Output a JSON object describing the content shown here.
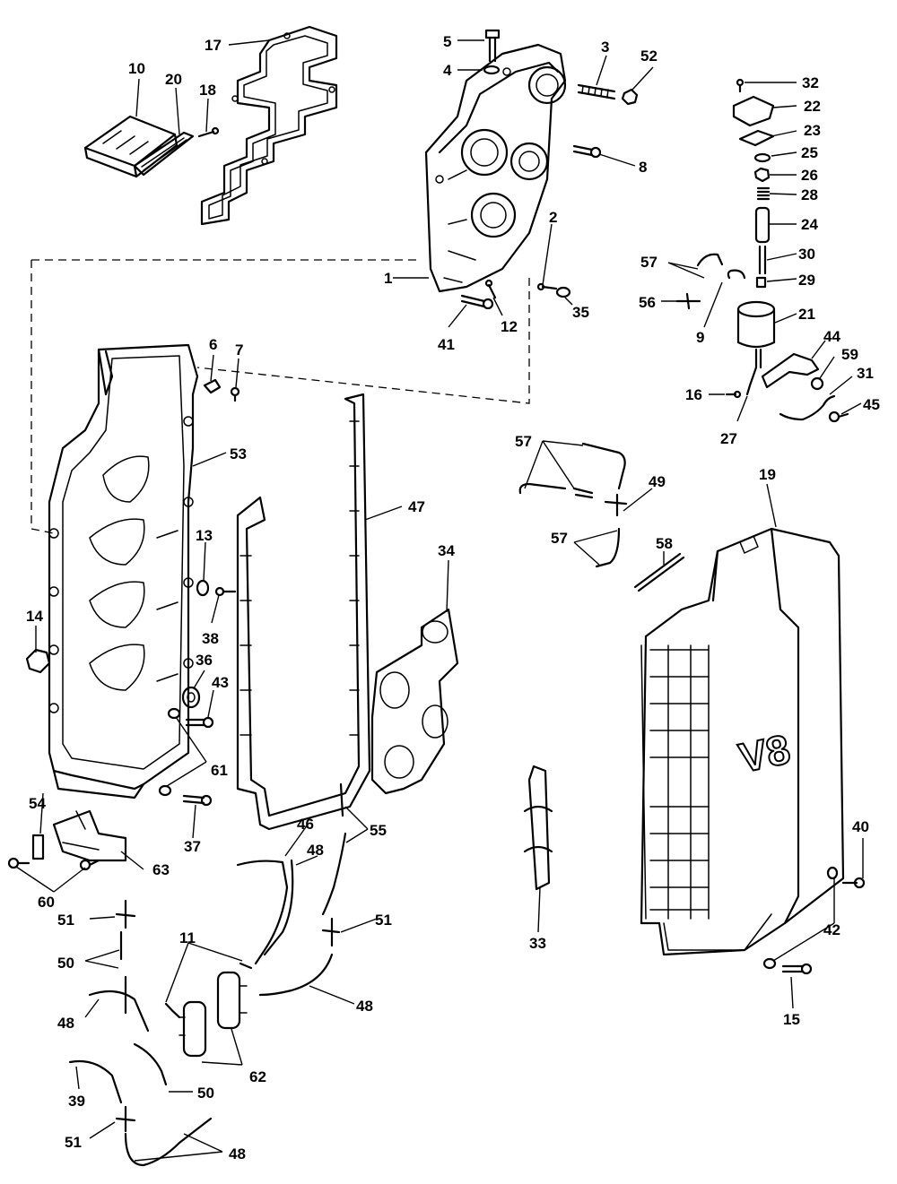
{
  "diagram": {
    "callouts": [
      "1",
      "2",
      "3",
      "4",
      "5",
      "6",
      "7",
      "8",
      "9",
      "10",
      "11",
      "12",
      "13",
      "14",
      "15",
      "16",
      "17",
      "18",
      "19",
      "20",
      "21",
      "22",
      "23",
      "24",
      "25",
      "26",
      "27",
      "28",
      "29",
      "30",
      "31",
      "32",
      "33",
      "34",
      "35",
      "36",
      "37",
      "38",
      "39",
      "40",
      "41",
      "42",
      "43",
      "44",
      "45",
      "46",
      "47",
      "48",
      "49",
      "50",
      "51",
      "52",
      "53",
      "54",
      "55",
      "56",
      "57",
      "58",
      "59",
      "60",
      "61",
      "62",
      "63"
    ],
    "labels": {
      "n1": "1",
      "n2": "2",
      "n3": "3",
      "n4": "4",
      "n5": "5",
      "n6": "6",
      "n7": "7",
      "n8": "8",
      "n9": "9",
      "n10": "10",
      "n11": "11",
      "n12": "12",
      "n13": "13",
      "n14": "14",
      "n15": "15",
      "n16": "16",
      "n17": "17",
      "n18": "18",
      "n19": "19",
      "n20": "20",
      "n21": "21",
      "n22": "22",
      "n23": "23",
      "n24": "24",
      "n25": "25",
      "n26": "26",
      "n27": "27",
      "n28": "28",
      "n29": "29",
      "n30": "30",
      "n31": "31",
      "n32": "32",
      "n33": "33",
      "n34": "34",
      "n35": "35",
      "n36": "36",
      "n37": "37",
      "n38": "38",
      "n39": "39",
      "n40": "40",
      "n41": "41",
      "n42": "42",
      "n43": "43",
      "n44": "44",
      "n45": "45",
      "n46": "46",
      "n47": "47",
      "n48": "48",
      "n49": "49",
      "n50": "50",
      "n51": "51",
      "n52": "52",
      "n53": "53",
      "n54": "54",
      "n55": "55",
      "n56": "56",
      "n57": "57",
      "n58": "58",
      "n59": "59",
      "n60": "60",
      "n61": "61",
      "n62": "62",
      "n63": "63"
    },
    "cover_marking": "V8",
    "line_color": "#000000",
    "background_color": "#ffffff"
  }
}
